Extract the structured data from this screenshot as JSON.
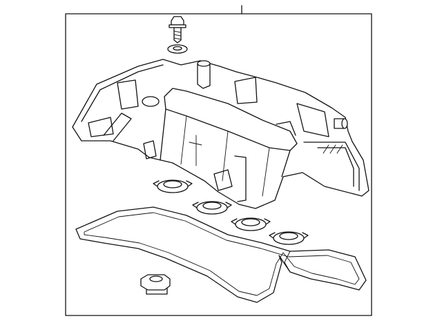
{
  "diagram": {
    "parts": [
      {
        "name": "bolt",
        "icon": "bolt-icon"
      },
      {
        "name": "washer",
        "icon": "washer-icon"
      },
      {
        "name": "valve-cover",
        "icon": "valve-cover-icon"
      },
      {
        "name": "spark-plug-tube-seal",
        "icon": "seal-ring-icon",
        "count": 4
      },
      {
        "name": "valve-cover-gasket",
        "icon": "gasket-icon"
      },
      {
        "name": "grommet",
        "icon": "grommet-icon"
      }
    ],
    "colors": {
      "line": "#111111",
      "background": "#ffffff"
    }
  }
}
